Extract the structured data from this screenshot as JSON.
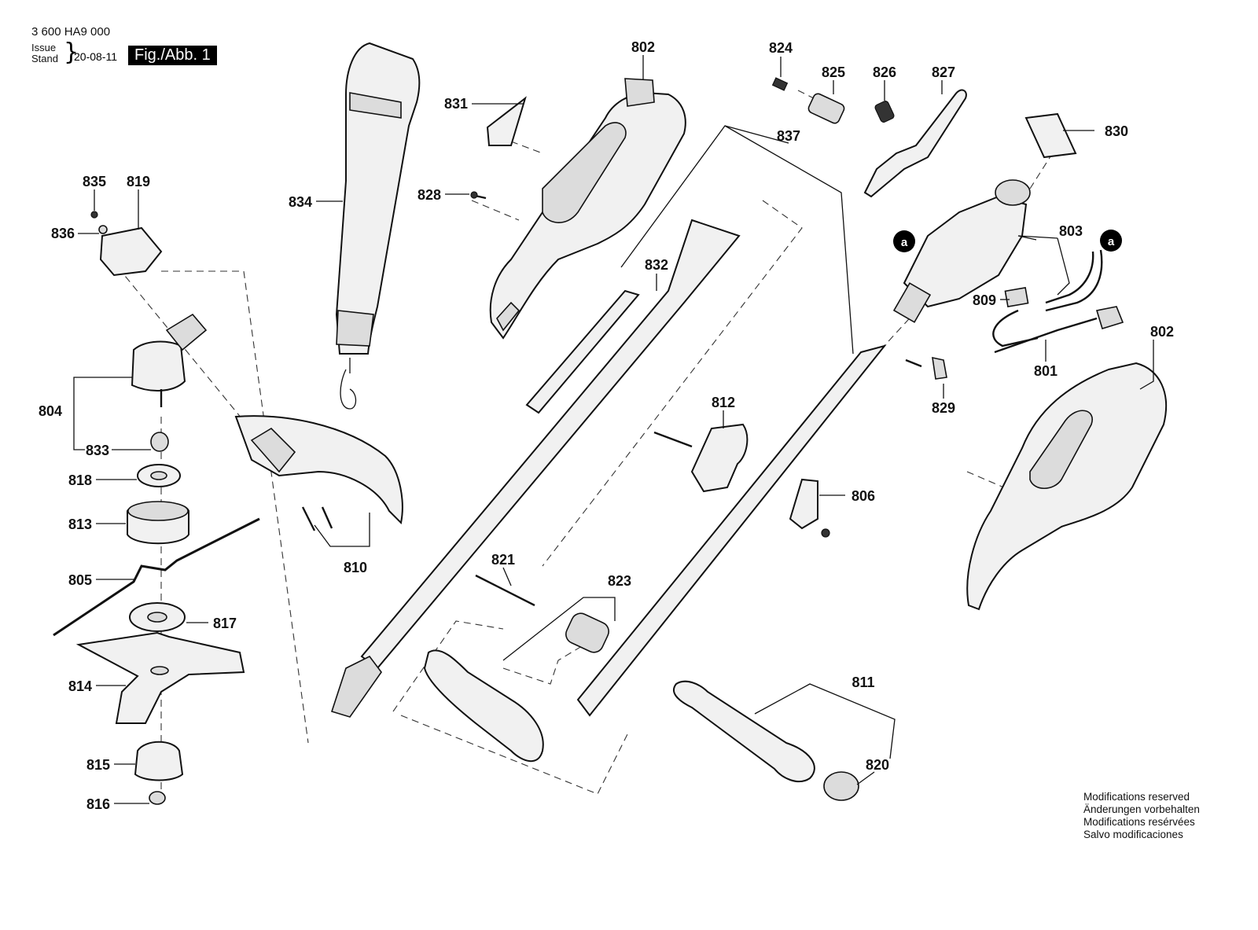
{
  "header": {
    "doc_number": "3 600 HA9 000",
    "issue_label": "Issue",
    "stand_label": "Stand",
    "issue_date": "20-08-11",
    "figure_label": "Fig./Abb. 1"
  },
  "callout_marker": "a",
  "part_numbers": {
    "p801": "801",
    "p802a": "802",
    "p802b": "802",
    "p803": "803",
    "p804": "804",
    "p805": "805",
    "p806": "806",
    "p809": "809",
    "p810": "810",
    "p811": "811",
    "p812": "812",
    "p813": "813",
    "p814": "814",
    "p815": "815",
    "p816": "816",
    "p817": "817",
    "p818": "818",
    "p819": "819",
    "p820": "820",
    "p821": "821",
    "p823": "823",
    "p824": "824",
    "p825": "825",
    "p826": "826",
    "p827": "827",
    "p828": "828",
    "p829": "829",
    "p830": "830",
    "p831": "831",
    "p832": "832",
    "p833": "833",
    "p834": "834",
    "p835": "835",
    "p836": "836",
    "p837": "837"
  },
  "notes": [
    "Modifications reserved",
    "Änderungen vorbehalten",
    "Modifications resérvées",
    "Salvo modificaciones"
  ]
}
